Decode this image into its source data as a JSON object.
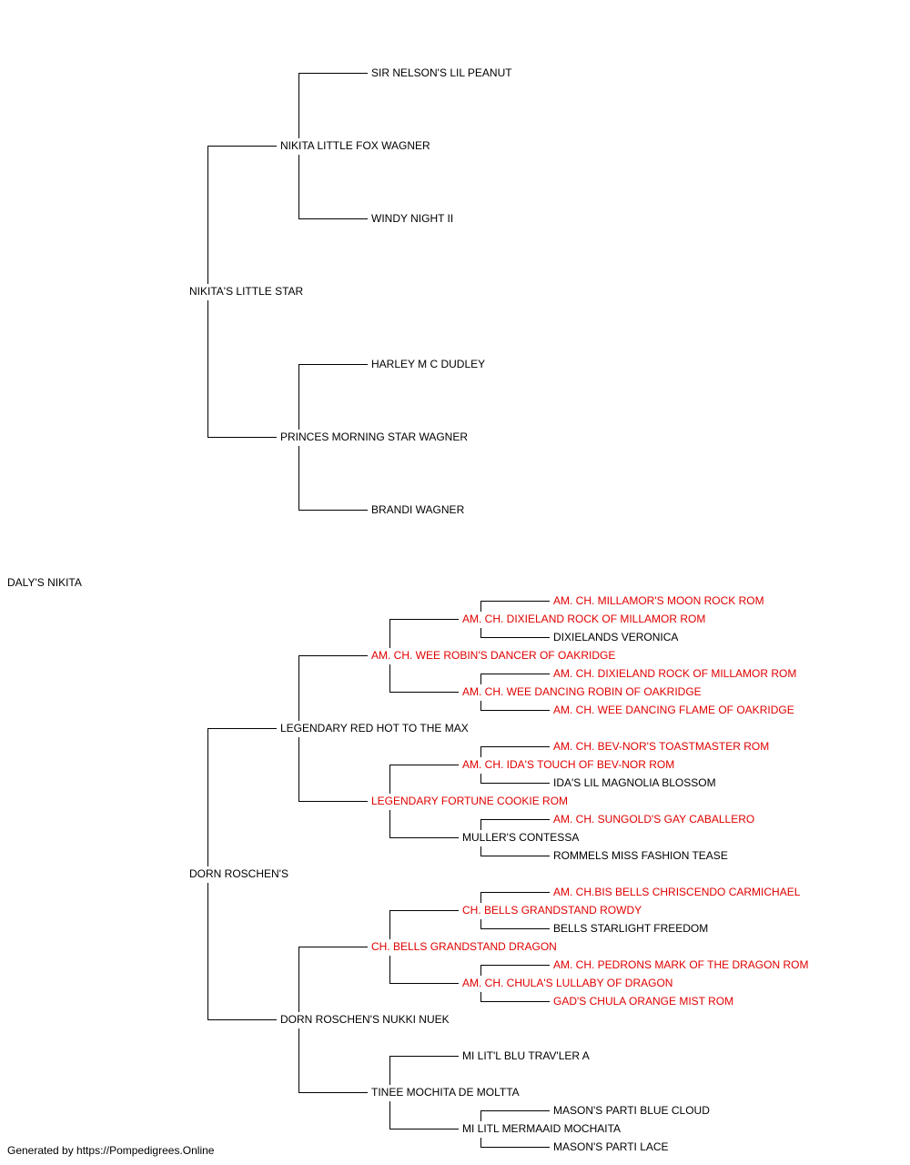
{
  "colors": {
    "normal": "#000000",
    "champion": "#e00000",
    "line": "#000000",
    "background": "#ffffff"
  },
  "pedigree": {
    "name": "DALY'S NIKITA",
    "champion": false,
    "parents": [
      {
        "name": "NIKITA'S LITTLE STAR",
        "champion": false,
        "parents": [
          {
            "name": "NIKITA LITTLE FOX WAGNER",
            "champion": false,
            "parents": [
              {
                "name": "SIR NELSON'S LIL PEANUT",
                "champion": false
              },
              {
                "name": "WINDY NIGHT II",
                "champion": false
              }
            ]
          },
          {
            "name": "PRINCES MORNING STAR WAGNER",
            "champion": false,
            "parents": [
              {
                "name": "HARLEY M C DUDLEY",
                "champion": false
              },
              {
                "name": "BRANDI WAGNER",
                "champion": false
              }
            ]
          }
        ]
      },
      {
        "name": "DORN ROSCHEN'S",
        "champion": false,
        "parents": [
          {
            "name": "LEGENDARY RED HOT TO THE MAX",
            "champion": false,
            "parents": [
              {
                "name": "AM. CH. WEE ROBIN'S DANCER OF OAKRIDGE",
                "champion": true,
                "parents": [
                  {
                    "name": "AM. CH. DIXIELAND ROCK OF MILLAMOR ROM",
                    "champion": true,
                    "parents": [
                      {
                        "name": "AM. CH. MILLAMOR'S MOON ROCK ROM",
                        "champion": true
                      },
                      {
                        "name": "DIXIELANDS VERONICA",
                        "champion": false
                      }
                    ]
                  },
                  {
                    "name": "AM. CH. WEE DANCING ROBIN OF OAKRIDGE",
                    "champion": true,
                    "parents": [
                      {
                        "name": "AM. CH. DIXIELAND ROCK OF MILLAMOR ROM",
                        "champion": true
                      },
                      {
                        "name": "AM. CH. WEE DANCING FLAME OF OAKRIDGE",
                        "champion": true
                      }
                    ]
                  }
                ]
              },
              {
                "name": "LEGENDARY FORTUNE COOKIE ROM",
                "champion": true,
                "parents": [
                  {
                    "name": "AM. CH. IDA'S TOUCH OF BEV-NOR ROM",
                    "champion": true,
                    "parents": [
                      {
                        "name": "AM. CH. BEV-NOR'S TOASTMASTER ROM",
                        "champion": true
                      },
                      {
                        "name": "IDA'S LIL MAGNOLIA BLOSSOM",
                        "champion": false
                      }
                    ]
                  },
                  {
                    "name": "MULLER'S CONTESSA",
                    "champion": false,
                    "parents": [
                      {
                        "name": "AM. CH. SUNGOLD'S GAY CABALLERO",
                        "champion": true
                      },
                      {
                        "name": "ROMMELS MISS FASHION TEASE",
                        "champion": false
                      }
                    ]
                  }
                ]
              }
            ]
          },
          {
            "name": "DORN ROSCHEN'S NUKKI NUEK",
            "champion": false,
            "parents": [
              {
                "name": "CH. BELLS GRANDSTAND DRAGON",
                "champion": true,
                "parents": [
                  {
                    "name": "CH. BELLS GRANDSTAND ROWDY",
                    "champion": true,
                    "parents": [
                      {
                        "name": "AM. CH.BIS BELLS CHRISCENDO CARMICHAEL",
                        "champion": true
                      },
                      {
                        "name": "BELLS STARLIGHT FREEDOM",
                        "champion": false
                      }
                    ]
                  },
                  {
                    "name": "AM. CH. CHULA'S LULLABY OF DRAGON",
                    "champion": true,
                    "parents": [
                      {
                        "name": "AM. CH. PEDRONS MARK OF THE DRAGON ROM",
                        "champion": true
                      },
                      {
                        "name": "GAD'S CHULA ORANGE MIST ROM",
                        "champion": true
                      }
                    ]
                  }
                ]
              },
              {
                "name": "TINEE MOCHITA DE MOLTTA",
                "champion": false,
                "parents": [
                  {
                    "name": "MI LIT'L BLU TRAV'LER A",
                    "champion": false
                  },
                  {
                    "name": "MI LITL MERMAAID MOCHAITA",
                    "champion": false,
                    "parents": [
                      {
                        "name": "MASON'S PARTI BLUE CLOUD",
                        "champion": false
                      },
                      {
                        "name": "MASON'S PARTI LACE",
                        "champion": false
                      }
                    ]
                  }
                ]
              }
            ]
          }
        ]
      }
    ]
  },
  "footer": {
    "text": "Generated by https://Pompedigrees.Online"
  }
}
